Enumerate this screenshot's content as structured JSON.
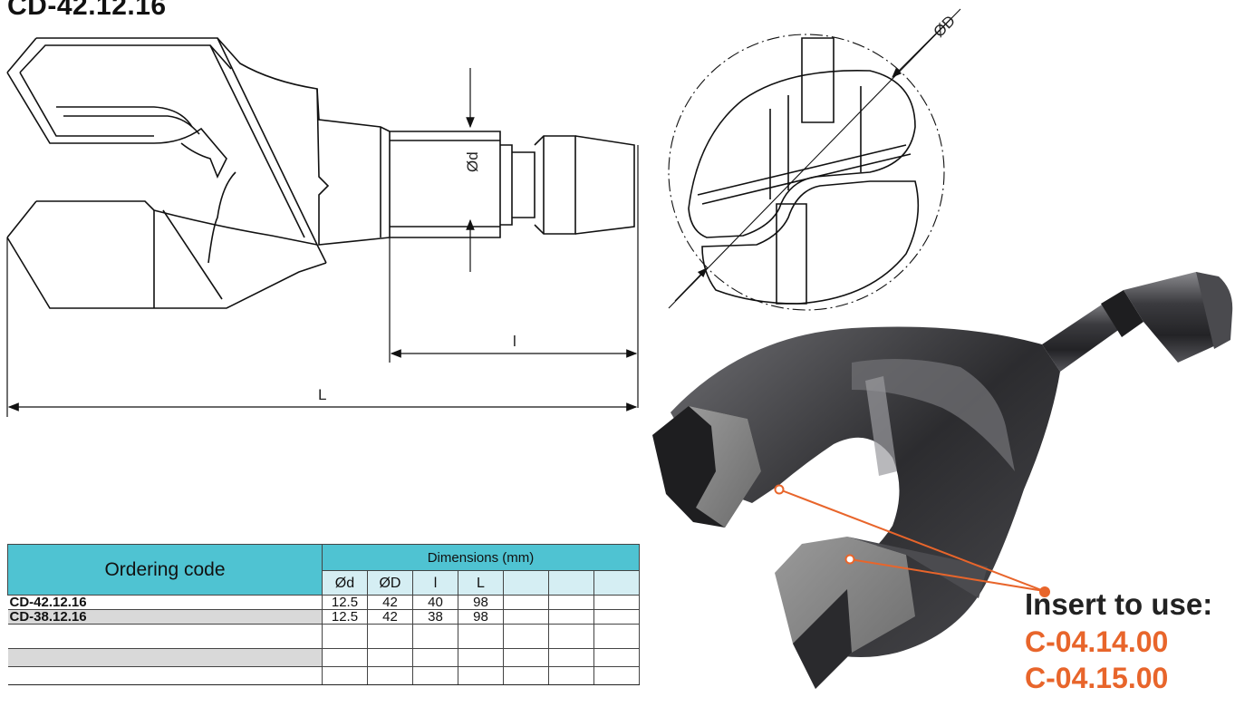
{
  "title": "CD-42.12.16",
  "dimension_labels": {
    "shank_diameter": "Ød",
    "cutting_diameter": "ØD",
    "shank_length": "l",
    "total_length": "L"
  },
  "table": {
    "header_code": "Ordering code",
    "header_dimensions": "Dimensions (mm)",
    "columns": [
      "Ød",
      "ØD",
      "l",
      "L",
      "",
      "",
      ""
    ],
    "rows": [
      {
        "code": "CD-42.12.16",
        "values": [
          "12.5",
          "42",
          "40",
          "98",
          "",
          "",
          ""
        ],
        "shaded": false
      },
      {
        "code": "CD-38.12.16",
        "values": [
          "12.5",
          "42",
          "38",
          "98",
          "",
          "",
          ""
        ],
        "shaded": true
      },
      {
        "code": "",
        "values": [
          "",
          "",
          "",
          "",
          "",
          "",
          ""
        ],
        "shaded": false
      },
      {
        "code": "",
        "values": [
          "",
          "",
          "",
          "",
          "",
          "",
          ""
        ],
        "shaded": true
      },
      {
        "code": "",
        "values": [
          "",
          "",
          "",
          "",
          "",
          "",
          ""
        ],
        "shaded": false
      }
    ]
  },
  "inserts": {
    "label": "Insert to use:",
    "codes": [
      "C-04.14.00",
      "C-04.15.00"
    ]
  },
  "colors": {
    "table_header": "#4fc3d2",
    "table_subheader": "#d5eef3",
    "row_shade": "#d9d9d9",
    "accent_orange": "#e8652b",
    "tool_body": "#3a3a3c"
  }
}
